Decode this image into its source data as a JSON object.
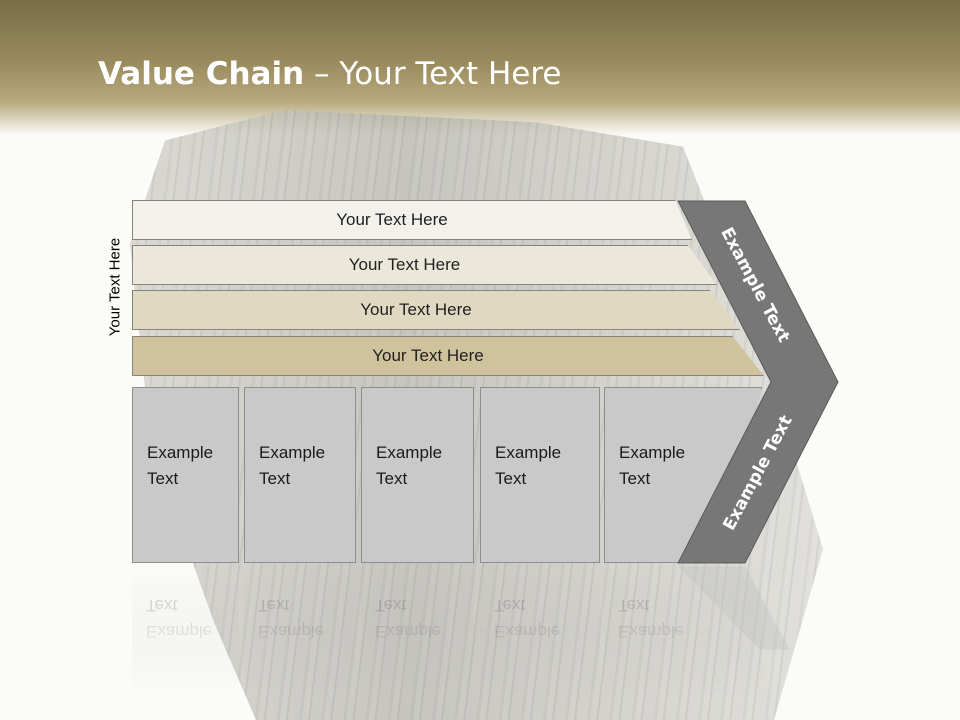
{
  "title": {
    "bold": "Value Chain",
    "rest": " – Your Text Here"
  },
  "vertical_label": "Your Text Here",
  "stack": [
    {
      "label": "Your Text Here",
      "color": "#f2f1ec"
    },
    {
      "label": "Your Text Here",
      "color": "#ebe7da"
    },
    {
      "label": "Your Text Here",
      "color": "#e0d9c2"
    },
    {
      "label": "Your Text Here",
      "color": "#cfc29c"
    }
  ],
  "columns": [
    {
      "line1": "Example",
      "line2": "Text"
    },
    {
      "line1": "Example",
      "line2": "Text"
    },
    {
      "line1": "Example",
      "line2": "Text"
    },
    {
      "line1": "Example",
      "line2": "Text"
    },
    {
      "line1": "Example",
      "line2": "Text"
    }
  ],
  "chevron": {
    "upper_text": "Example Text",
    "lower_text": "Example Text",
    "color": "#777777"
  }
}
